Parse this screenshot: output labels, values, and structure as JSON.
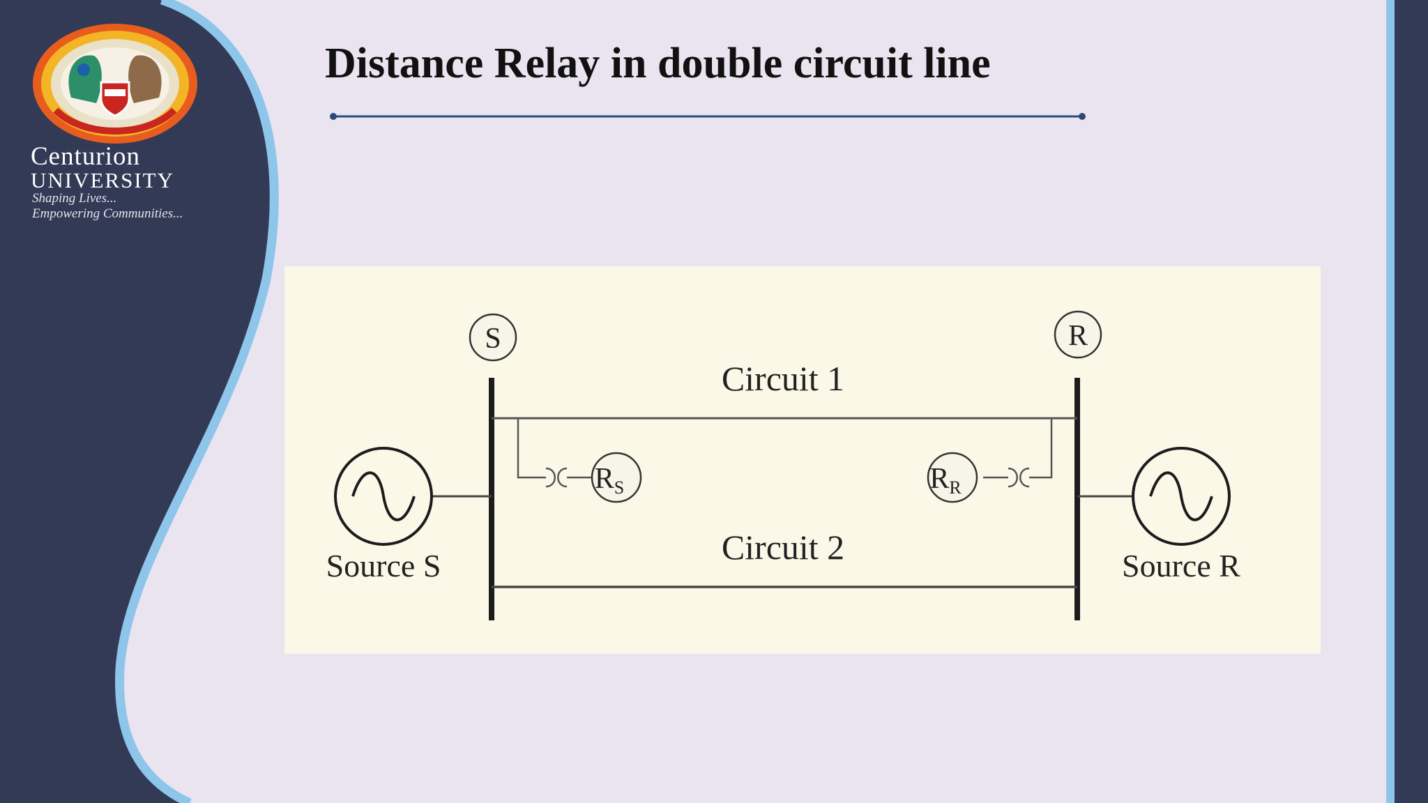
{
  "slide": {
    "title": "Distance Relay in double circuit line"
  },
  "branding": {
    "name_line1": "Centurion",
    "name_line2": "UNIVERSITY",
    "tagline_line1": "Shaping Lives...",
    "tagline_line2": "Empowering Communities..."
  },
  "diagram": {
    "bus_s_label": "S",
    "bus_r_label": "R",
    "circuit1_label": "Circuit 1",
    "circuit2_label": "Circuit 2",
    "relay_s_main": "R",
    "relay_s_sub": "S",
    "relay_r_main": "R",
    "relay_r_sub": "R",
    "source_s_label": "Source S",
    "source_r_label": "Source R"
  },
  "colors": {
    "sidebar": "#333a56",
    "sidebar_accent": "#8ec5ea",
    "background": "#e9e4ef",
    "title_rule": "#2c4a78",
    "panel": "#fbf8e8"
  }
}
